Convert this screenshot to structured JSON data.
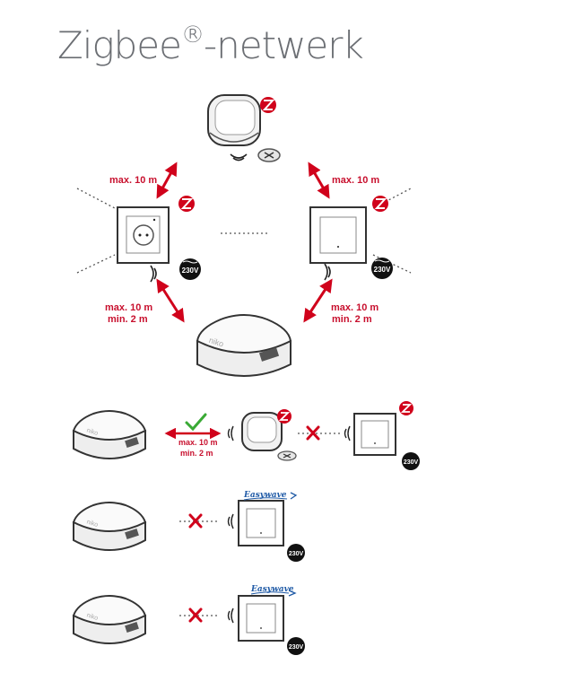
{
  "title": {
    "main": "Zigbee",
    "symbol": "®",
    "suffix": "-netwerk"
  },
  "icons": {
    "zigbee_badge": "zigbee-logo-icon",
    "mains_badge": "230v-badge-icon",
    "check": "check-icon",
    "cross": "cross-icon",
    "signal": "wireless-signal-icon"
  },
  "colors": {
    "arrow": "#d0021b",
    "check": "#3aaa35",
    "cross": "#d0021b",
    "device_outline": "#333333"
  },
  "network": {
    "top_left_label": "max. 10 m",
    "top_right_label": "max. 10 m",
    "bottom_left_label_1": "max. 10 m",
    "bottom_left_label_2": "min. 2 m",
    "bottom_right_label_1": "max. 10 m",
    "bottom_right_label_2": "min. 2 m",
    "voltage_left": "230V",
    "voltage_right": "230V",
    "hub_brand": "niko"
  },
  "rows": [
    {
      "label_1": "max. 10 m",
      "label_2": "min. 2 m",
      "voltage": "230V",
      "hub_brand": "niko"
    },
    {
      "brand": "Easywave",
      "voltage": "230V",
      "hub_brand": "niko"
    },
    {
      "brand": "Easywave",
      "voltage": "230V",
      "hub_brand": "niko"
    }
  ]
}
